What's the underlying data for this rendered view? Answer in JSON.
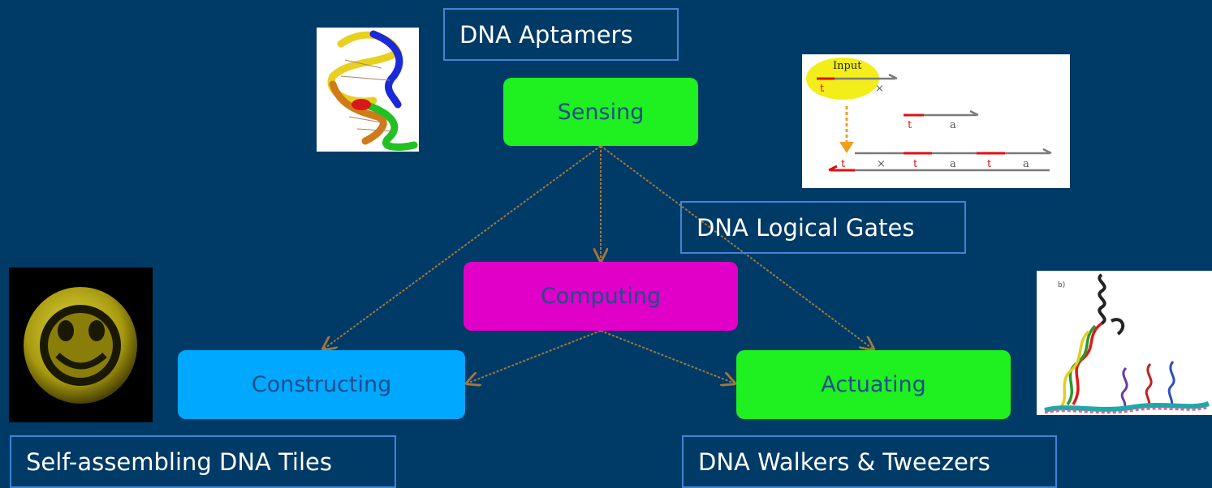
{
  "nodes": {
    "sensing": {
      "label": "Sensing",
      "color": "#1ff01f"
    },
    "computing": {
      "label": "Computing",
      "color": "#e000c8"
    },
    "constructing": {
      "label": "Constructing",
      "color": "#00a8ff"
    },
    "actuating": {
      "label": "Actuating",
      "color": "#1ff01f"
    }
  },
  "labels": {
    "aptamers": "DNA Aptamers",
    "logical_gates": "DNA Logical Gates",
    "tiles": "Self-assembling DNA Tiles",
    "walkers": "DNA Walkers & Tweezers"
  },
  "gates_figure": {
    "input": "Input",
    "t": "t",
    "x": "×",
    "a": "a"
  },
  "walker_figure": {
    "panel": "b)"
  },
  "colors": {
    "background": "#003a66",
    "arrow": "#a0783c",
    "label_border": "#3d86d6"
  }
}
